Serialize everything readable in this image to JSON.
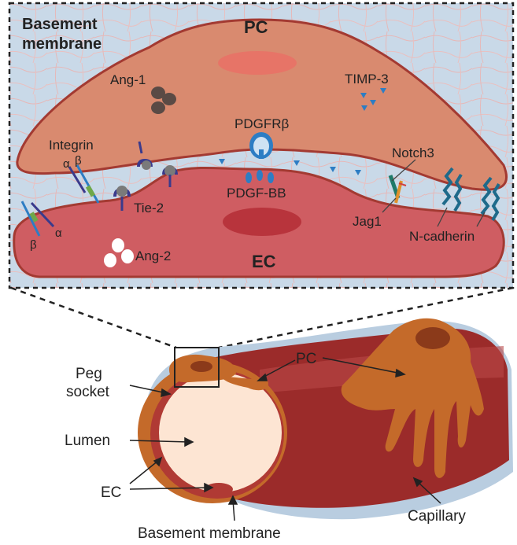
{
  "inset": {
    "basement_membrane_line1": "Basement",
    "basement_membrane_line2": "membrane",
    "pc": "PC",
    "ec": "EC",
    "ang1": "Ang-1",
    "timp3": "TIMP-3",
    "pdgfrb": "PDGFRβ",
    "pdgfbb": "PDGF-BB",
    "integrin": "Integrin",
    "alpha": "α",
    "beta": "β",
    "tie2": "Tie-2",
    "ang2": "Ang-2",
    "notch3": "Notch3",
    "jag1": "Jag1",
    "ncadherin": "N-cadherin"
  },
  "vessel": {
    "pc": "PC",
    "peg_line1": "Peg",
    "peg_line2": "socket",
    "lumen": "Lumen",
    "ec": "EC",
    "capillary": "Capillary",
    "basement_membrane": "Basement membrane"
  },
  "colors": {
    "membrane_bg": "#c9d9e8",
    "pc_fill": "#d98a6f",
    "ec_fill": "#cf5d62",
    "outline": "#a33a32",
    "pericyte_orange": "#c46a2a",
    "capillary_red": "#9b2b2a",
    "receptor_blue": "#2d7dc4"
  }
}
